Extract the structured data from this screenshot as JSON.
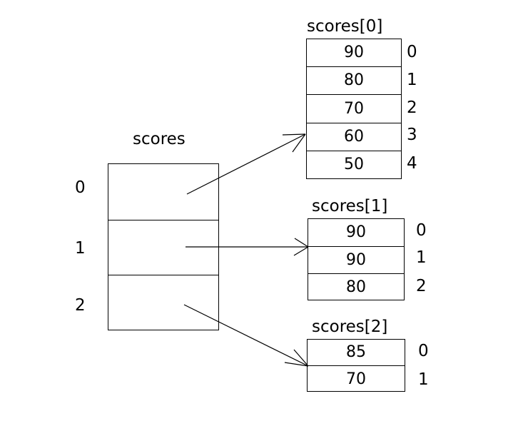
{
  "diagram": {
    "title_main": "scores",
    "outer_array": {
      "name": "scores",
      "row_count": 3,
      "index_labels": [
        "0",
        "1",
        "2"
      ],
      "cells": [
        "",
        "",
        ""
      ]
    },
    "sub_arrays": [
      {
        "title": "scores[0]",
        "values": [
          "90",
          "80",
          "70",
          "60",
          "50"
        ],
        "index_labels": [
          "0",
          "1",
          "2",
          "3",
          "4"
        ]
      },
      {
        "title": "scores[1]",
        "values": [
          "90",
          "90",
          "80"
        ],
        "index_labels": [
          "0",
          "1",
          "2"
        ]
      },
      {
        "title": "scores[2]",
        "values": [
          "85",
          "70"
        ],
        "index_labels": [
          "0",
          "1"
        ]
      }
    ],
    "colors": {
      "stroke": "#000000",
      "background": "#ffffff",
      "text": "#000000"
    }
  }
}
